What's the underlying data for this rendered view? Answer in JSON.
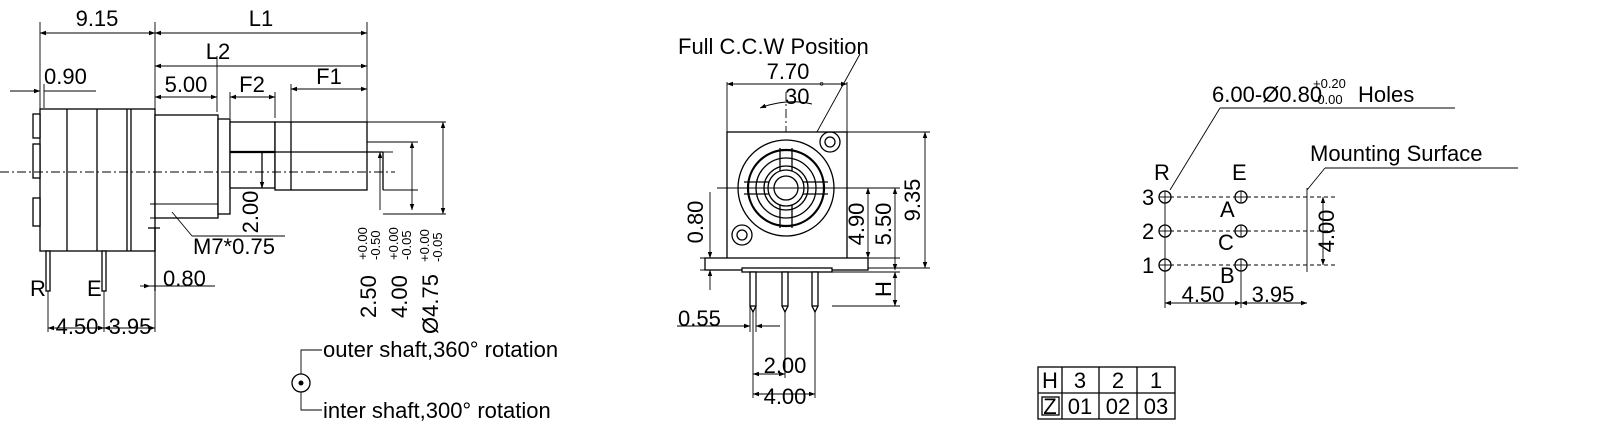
{
  "side_view": {
    "dim_9_15": "9.15",
    "dim_L1": "L1",
    "dim_L2": "L2",
    "dim_0_90": "0.90",
    "dim_5_00": "5.00",
    "dim_F2": "F2",
    "dim_F1": "F1",
    "dim_2_00": "2.00",
    "thread": "M7*0.75",
    "dim_0_80": "0.80",
    "pin_R": "R",
    "pin_E": "E",
    "dim_4_50": "4.50",
    "dim_3_95": "3.95",
    "d1_main": "2.50",
    "d1_tol_up": "+0.00",
    "d1_tol_dn": "-0.50",
    "d2_main": "4.00",
    "d2_tol_up": "+0.00",
    "d2_tol_dn": "-0.05",
    "d3_main": "Ø4.75",
    "d3_tol_up": "+0.00",
    "d3_tol_dn": "-0.05"
  },
  "legend": {
    "outer": "outer shaft,360° rotation",
    "inner": "inter shaft,300° rotation"
  },
  "front_view": {
    "title": "Full C.C.W Position",
    "dim_7_70": "7.70",
    "angle": "30",
    "degree": "°",
    "dim_0_80": "0.80",
    "dim_4_90": "4.90",
    "dim_5_50": "5.50",
    "dim_9_35": "9.35",
    "dim_H": "H",
    "dim_0_55": "0.55",
    "dim_2_00": "2.00",
    "dim_4_00": "4.00"
  },
  "pcb_layout": {
    "holes_main": "6.00-Ø0.80",
    "holes_tol_up": "+0.20",
    "holes_tol_dn": "-0.00",
    "holes_suffix": "Holes",
    "mounting_surface": "Mounting Surface",
    "label_R": "R",
    "label_E": "E",
    "label_A": "A",
    "label_C": "C",
    "label_B": "B",
    "pin_3": "3",
    "pin_2": "2",
    "pin_1": "1",
    "dim_4_00": "4.00",
    "dim_4_50": "4.50",
    "dim_3_95": "3.95"
  },
  "code_table": {
    "rows": [
      [
        "H",
        "3",
        "2",
        "1"
      ],
      [
        "Z",
        "01",
        "02",
        "03"
      ]
    ]
  }
}
